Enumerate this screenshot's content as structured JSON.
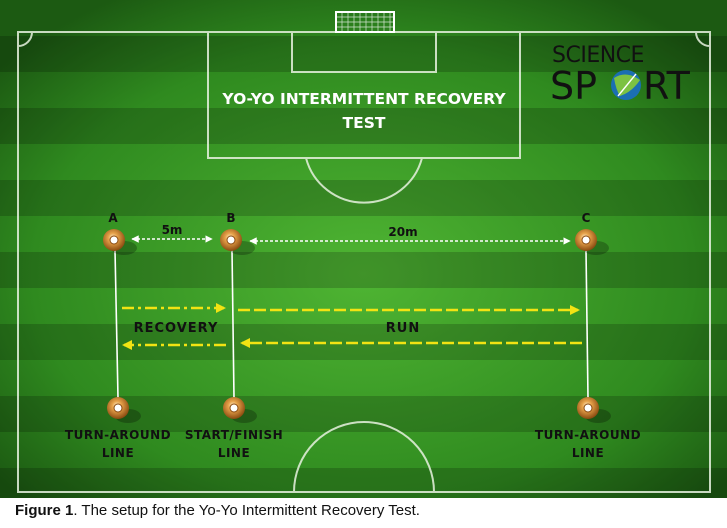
{
  "title_lines": [
    "YO-YO INTERMITTENT RECOVERY",
    "TEST"
  ],
  "logo": {
    "top": "SCIENCE",
    "bottom_left": "SP",
    "bottom_right": "RT",
    "colors": {
      "text": "#111111",
      "globe": "#1b6fb3",
      "leaf": "#7cc242"
    }
  },
  "cones": {
    "a": "A",
    "b": "B",
    "c": "C"
  },
  "distances": {
    "ab": "5m",
    "bc": "20m"
  },
  "zones": {
    "recovery": "RECOVERY",
    "run": "RUN"
  },
  "bottom_labels": {
    "left": [
      "TURN-AROUND",
      "LINE"
    ],
    "middle": [
      "START/FINISH",
      "LINE"
    ],
    "right": [
      "TURN-AROUND",
      "LINE"
    ]
  },
  "caption": {
    "prefix": "Figure 1",
    "text": ". The setup for the Yo-Yo Intermittent Recovery Test."
  },
  "colors": {
    "grass_dark": "#2e8a1e",
    "grass_light": "#3fa12a",
    "arrow_yellow": "#f2e313",
    "cone": "#d98a2a"
  }
}
